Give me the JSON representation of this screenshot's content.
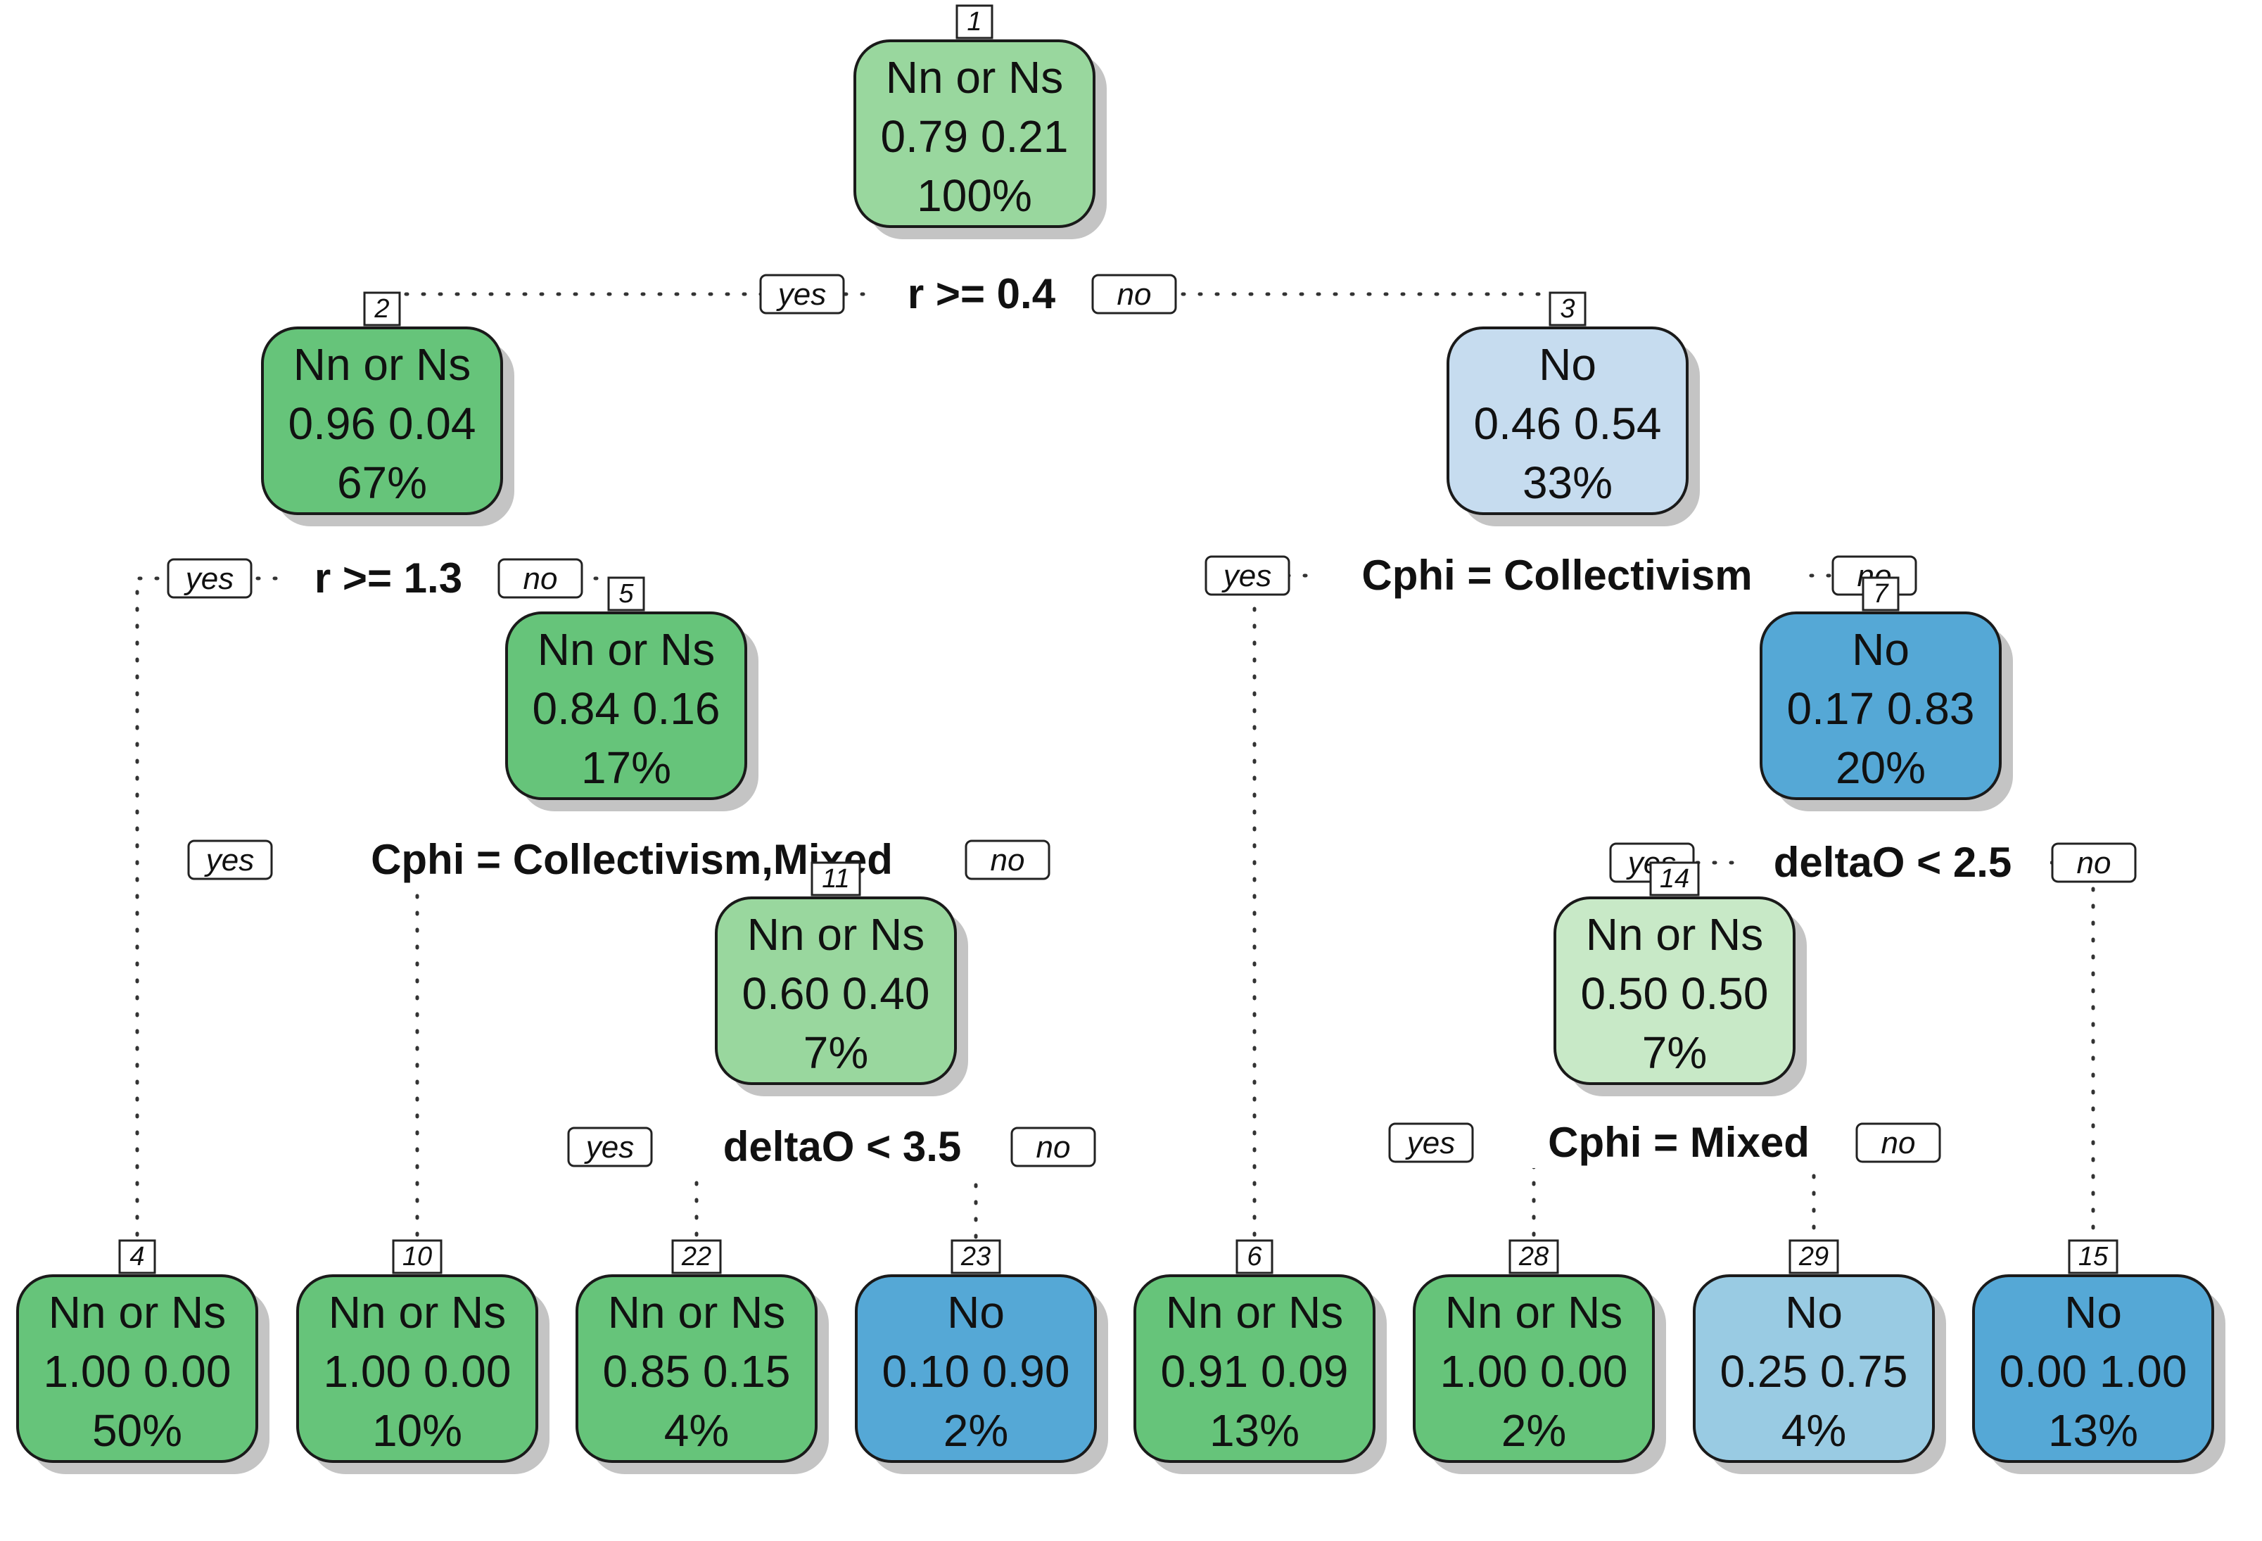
{
  "tree": {
    "colors": {
      "green_strong": "#66c47a",
      "green_mid": "#99d79e",
      "green_light": "#c8e9c7",
      "blue_strong": "#55a8d6",
      "blue_mid": "#99cbe3",
      "blue_light": "#c6dcef",
      "shadow": "#c4c4c4",
      "outline": "#1a1a1a"
    },
    "branch_labels": {
      "yes": "yes",
      "no": "no"
    },
    "nodes": [
      {
        "key": "n1",
        "id": "1",
        "class": "Nn or Ns",
        "probs": "0.79  0.21",
        "pct": "100%",
        "color": "green_mid"
      },
      {
        "key": "n2",
        "id": "2",
        "class": "Nn or Ns",
        "probs": "0.96  0.04",
        "pct": "67%",
        "color": "green_strong"
      },
      {
        "key": "n3",
        "id": "3",
        "class": "No",
        "probs": "0.46 0.54",
        "pct": "33%",
        "color": "blue_light"
      },
      {
        "key": "n5",
        "id": "5",
        "class": "Nn or Ns",
        "probs": "0.84  0.16",
        "pct": "17%",
        "color": "green_strong"
      },
      {
        "key": "n7",
        "id": "7",
        "class": "No",
        "probs": "0.17 0.83",
        "pct": "20%",
        "color": "blue_strong"
      },
      {
        "key": "n11",
        "id": "11",
        "class": "Nn or Ns",
        "probs": "0.60 0.40",
        "pct": "7%",
        "color": "green_mid"
      },
      {
        "key": "n14",
        "id": "14",
        "class": "Nn or Ns",
        "probs": "0.50  0.50",
        "pct": "7%",
        "color": "green_light"
      },
      {
        "key": "n4",
        "id": "4",
        "class": "Nn or Ns",
        "probs": "1.00  0.00",
        "pct": "50%",
        "color": "green_strong"
      },
      {
        "key": "n10",
        "id": "10",
        "class": "Nn or Ns",
        "probs": "1.00  0.00",
        "pct": "10%",
        "color": "green_strong"
      },
      {
        "key": "n22",
        "id": "22",
        "class": "Nn or Ns",
        "probs": "0.85 0.15",
        "pct": "4%",
        "color": "green_strong"
      },
      {
        "key": "n23",
        "id": "23",
        "class": "No",
        "probs": "0.10 0.90",
        "pct": "2%",
        "color": "blue_strong"
      },
      {
        "key": "n6",
        "id": "6",
        "class": "Nn or Ns",
        "probs": "0.91  0.09",
        "pct": "13%",
        "color": "green_strong"
      },
      {
        "key": "n28",
        "id": "28",
        "class": "Nn or Ns",
        "probs": "1.00  0.00",
        "pct": "2%",
        "color": "green_strong"
      },
      {
        "key": "n29",
        "id": "29",
        "class": "No",
        "probs": "0.25 0.75",
        "pct": "4%",
        "color": "blue_mid"
      },
      {
        "key": "n15",
        "id": "15",
        "class": "No",
        "probs": "0.00  1.00",
        "pct": "13%",
        "color": "blue_strong"
      }
    ],
    "splits": [
      {
        "key": "s1",
        "text": "r >= 0.4"
      },
      {
        "key": "s2",
        "text": "r >= 1.3"
      },
      {
        "key": "s3",
        "text": "Cphi = Collectivism"
      },
      {
        "key": "s5",
        "text": "Cphi = Collectivism,Mixed"
      },
      {
        "key": "s7",
        "text": "deltaO < 2.5"
      },
      {
        "key": "s11",
        "text": "deltaO < 3.5"
      },
      {
        "key": "s14",
        "text": "Cphi = Mixed"
      }
    ]
  }
}
